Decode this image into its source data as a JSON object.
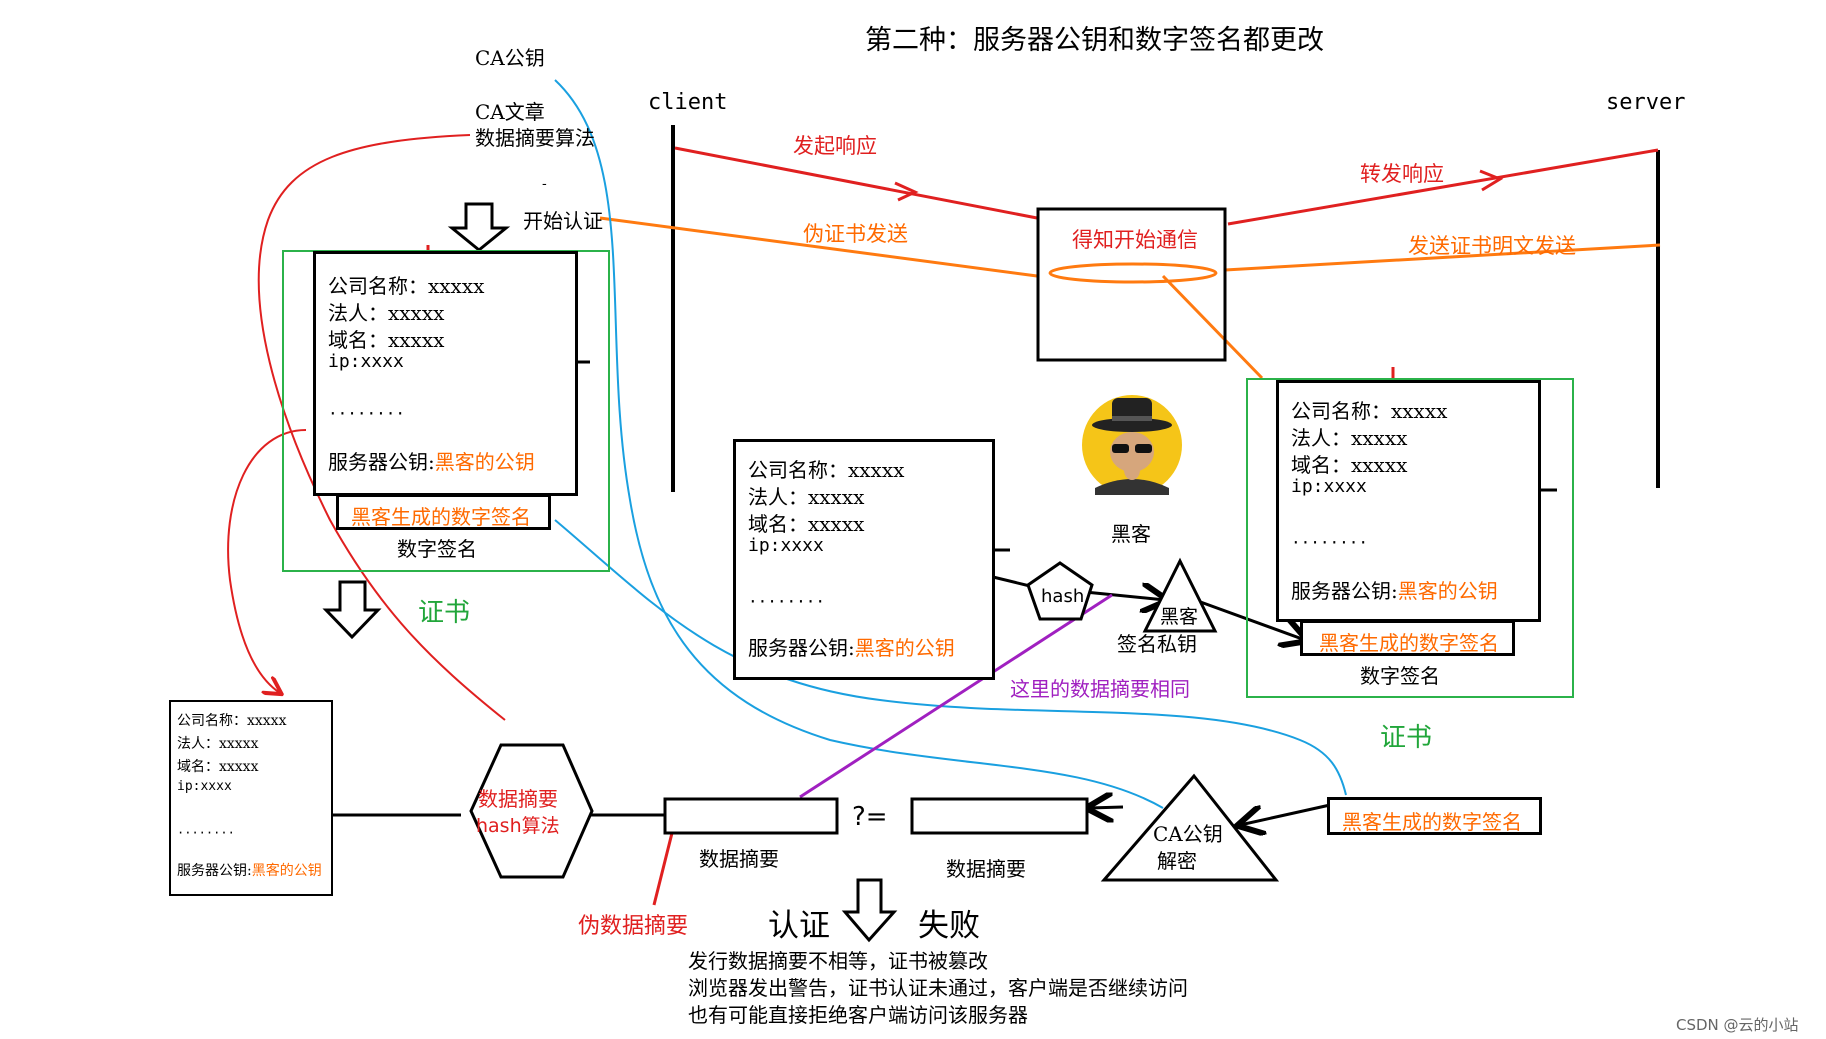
{
  "title": "第二种：服务器公钥和数字签名都更改",
  "actors": {
    "client": "client",
    "server": "server",
    "hacker": "黑客"
  },
  "ca": {
    "pubkey": "CA公钥",
    "doc_line1": "CA文章",
    "doc_line2": "数据摘要算法",
    "dash": "-",
    "start_auth": "开始认证"
  },
  "messages": {
    "initiate_response": "发起响应",
    "forward_response": "转发响应",
    "fake_cert_send": "伪证书发送",
    "send_cert_plain": "发送证书明文发送",
    "learn_start": "得知开始通信"
  },
  "certificate": {
    "company": "公司名称：xxxxx",
    "legal": "法人：xxxxx",
    "domain": "域名：xxxxx",
    "ip": "ip:xxxx",
    "dots": "········",
    "pubkey_label": "服务器公钥:",
    "pubkey_value": "黑客的公钥",
    "signature_value": "黑客生成的数字签名",
    "signature_caption": "数字签名",
    "cert_caption": "证书"
  },
  "hash_node": "hash",
  "sign_node": {
    "label": "黑客",
    "caption": "签名私钥"
  },
  "same_digest_note": "这里的数据摘要相同",
  "hash_algo": {
    "line1": "数据摘要",
    "line2": "hash算法"
  },
  "digest_left": "数据摘要",
  "compare_op": "?=",
  "digest_right": "数据摘要",
  "ca_decrypt": {
    "line1": "CA公钥",
    "line2": "解密"
  },
  "fake_digest": "伪数据摘要",
  "result": {
    "left": "认证",
    "right": "失败"
  },
  "conclusion": [
    "发行数据摘要不相等，证书被篡改",
    "浏览器发出警告，证书认证未通过，客户端是否继续访问",
    "也有可能直接拒绝客户端访问该服务器"
  ],
  "watermark": "CSDN @云的小站",
  "colors": {
    "red": "#e02020",
    "orange": "#ff6a00",
    "green": "#21a63a",
    "blue": "#1aa0e0",
    "purple": "#a020c0"
  }
}
